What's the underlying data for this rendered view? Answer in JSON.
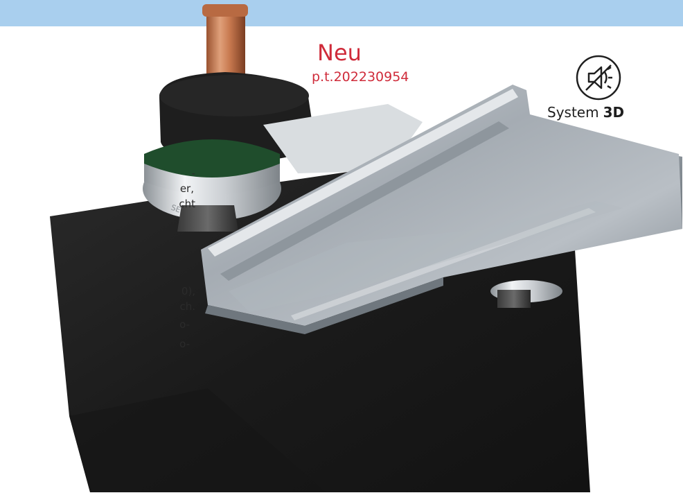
{
  "badge": {
    "new_label": "Neu",
    "patent": "p.t.202230954"
  },
  "system": {
    "word": "System",
    "mode": "3D",
    "icon": "speaker-muted-icon"
  },
  "left_text_fragments": [
    "-",
    "er,",
    "cht",
    "0),",
    "ch.",
    "o-",
    "o-"
  ],
  "colors": {
    "top_bar": "#a9cfee",
    "accent_red": "#cf2b3a",
    "steel": "#9aa3ab",
    "copper": "#c8794f",
    "foam": "#1c1c1c",
    "green_ring": "#1f4d2c"
  },
  "product_label": "SENOR"
}
